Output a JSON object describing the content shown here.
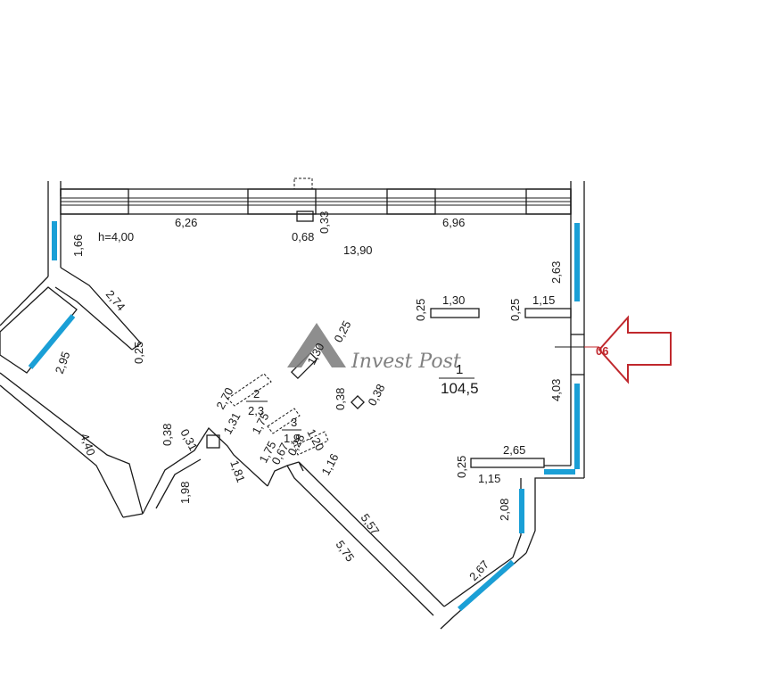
{
  "plan": {
    "height_label": "h=4,00",
    "main_room": {
      "number": "1",
      "area": "104,5"
    },
    "room_2": {
      "number": "2",
      "area": "2,3"
    },
    "room_3": {
      "number": "3",
      "area": "1,9"
    },
    "dimensions": {
      "top_left": "6,26",
      "top_right": "6,96",
      "top_total": "13,90",
      "column_w": "0,68",
      "column_h": "0,33",
      "left_wall": "1,66",
      "bay_side": "2,74",
      "bay_thick": "0,25",
      "bay_window": "2,95",
      "lower_left": "4,40",
      "right_upper": "2,63",
      "right_mid": "4,03",
      "beam1_len": "1,30",
      "beam1_w": "0,25",
      "beam2_len": "1,15",
      "beam2_w": "0,25",
      "diag_beam_len": "1,30",
      "diag_beam_w": "0,25",
      "pillar_a": "0,38",
      "pillar_b": "0,38",
      "room2_w": "2,70",
      "room2_side": "1,31",
      "room2_d1": "0,38",
      "room2_d2": "0,31",
      "room3_w": "1,75",
      "room3_h": "1,75",
      "room3_small1": "1,20",
      "room3_small2": "0,67",
      "room3_small3": "0,28",
      "room3_right": "1,16",
      "corridor": "1,81",
      "bottom_left": "1,98",
      "diag_inner": "5,57",
      "diag_outer": "5,75",
      "ledge_len": "2,65",
      "ledge_w": "0,25",
      "ledge_under": "1,15",
      "lower_right": "2,08",
      "bottom_window": "2,67"
    },
    "marker": {
      "label": "06",
      "color": "#c0282d"
    },
    "window_color": "#1a9fd6",
    "watermark": "Invest Post"
  }
}
